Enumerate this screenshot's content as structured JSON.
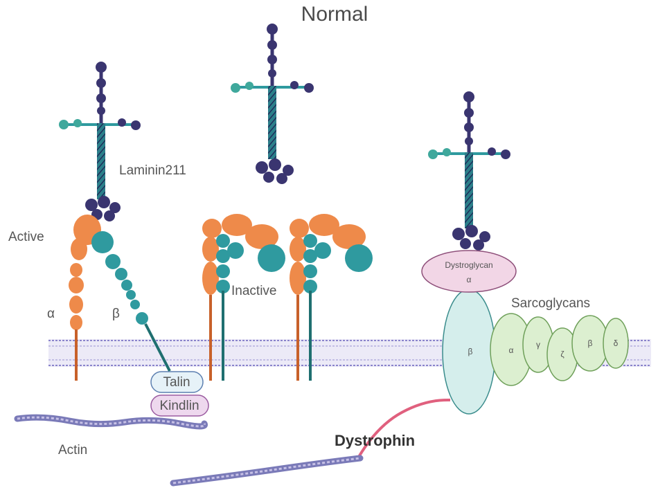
{
  "title": "Normal",
  "labels": {
    "laminin": "Laminin211",
    "active": "Active",
    "inactive": "Inactive",
    "alpha": "α",
    "beta": "β",
    "talin": "Talin",
    "kindlin": "Kindlin",
    "actin": "Actin",
    "dystrophin": "Dystrophin",
    "dystroglycan": "Dystroglycan",
    "dystroglycan_alpha": "α",
    "dystroglycan_beta": "β",
    "sarcoglycans": "Sarcoglycans",
    "sg_alpha": "α",
    "sg_gamma": "γ",
    "sg_zeta": "ζ",
    "sg_beta": "β",
    "sg_delta": "δ"
  },
  "colors": {
    "orange": "#EE8A4A",
    "teal": "#2F9A9F",
    "dark_teal": "#1F6F70",
    "navy": "#3A3570",
    "laminin_teal": "#3FA89C",
    "membrane": "#7E78C6",
    "dystroglycan_alpha": "#F2D6E6",
    "dystroglycan_beta": "#D5EEEC",
    "sarcoglycan": "#DCEFD0",
    "talin": "#E6F2F8",
    "kindlin": "#EED8EE",
    "dystrophin_line": "#E0607E"
  }
}
